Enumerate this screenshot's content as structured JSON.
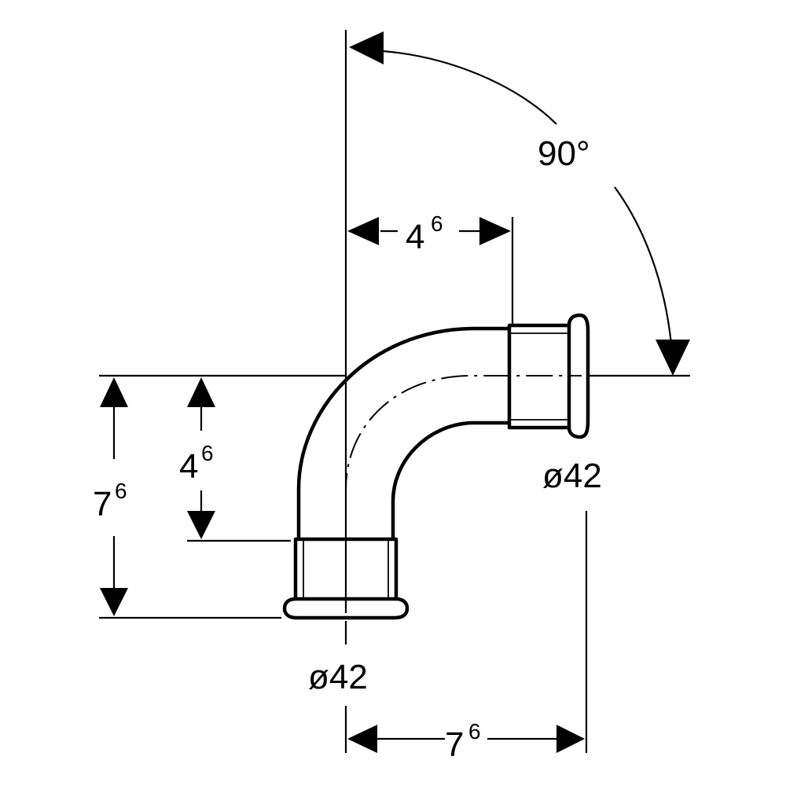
{
  "angle_label": "90°",
  "dims": {
    "top_horizontal": {
      "base": "4",
      "sup": "6"
    },
    "left_outer_vertical": {
      "base": "7",
      "sup": "6"
    },
    "left_inner_vertical": {
      "base": "4",
      "sup": "6"
    },
    "bottom_horizontal": {
      "base": "7",
      "sup": "6"
    }
  },
  "diameters": {
    "right_end": "ø42",
    "bottom_end": "ø42"
  }
}
